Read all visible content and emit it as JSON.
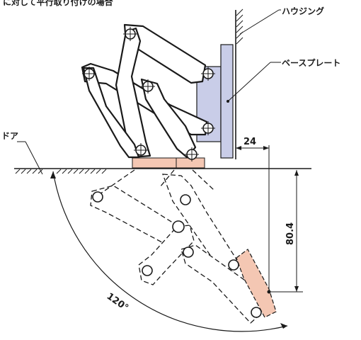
{
  "caption": "に対して平行取り付けの場合",
  "labels": {
    "housing": "ハウジング",
    "base_plate": "ベースプレート",
    "door": "ドア"
  },
  "dimensions": {
    "offset": "24",
    "height": "80.4",
    "angle": "120°"
  },
  "colors": {
    "base_plate": "#c9cde8",
    "arm_pad": "#f4c7b3",
    "line": "#1a1a1a"
  }
}
